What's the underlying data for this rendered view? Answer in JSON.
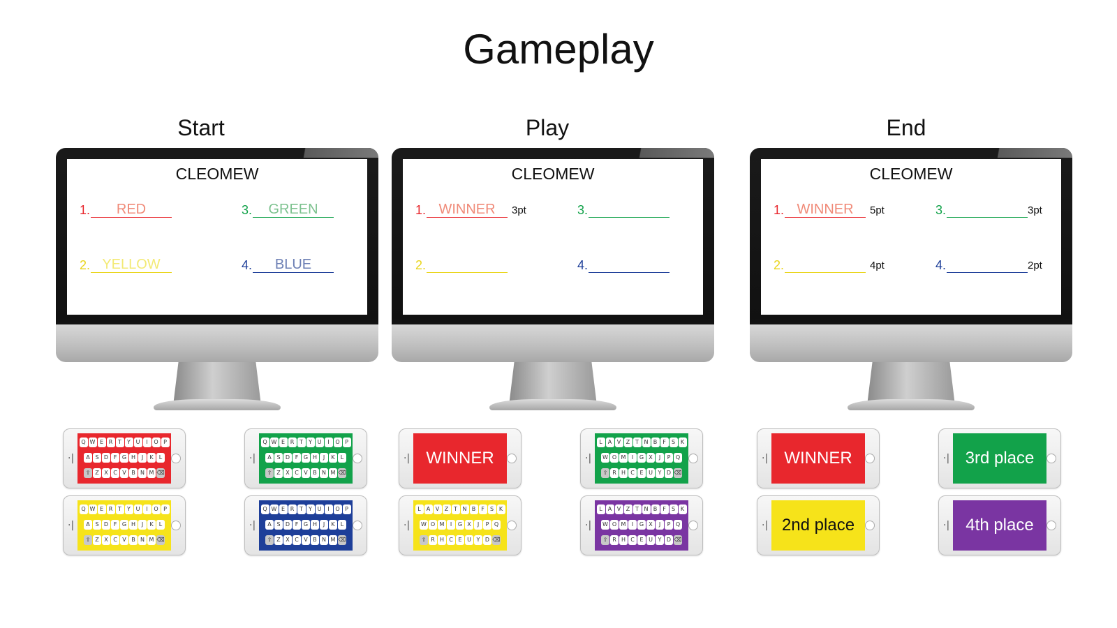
{
  "title": "Gameplay",
  "colors": {
    "red": "#e8272d",
    "green": "#12a24a",
    "yellow": "#f6e31a",
    "blue": "#1e3f99",
    "purple": "#7a35a2",
    "red_text": "#f08a78",
    "green_text": "#7dc28f",
    "yellow_text": "#f3ea75",
    "blue_text": "#6c7fb4"
  },
  "sections": [
    {
      "name": "Start",
      "screen": {
        "title": "CLEOMEW",
        "slots": [
          {
            "num": "1.",
            "name": "RED",
            "pts": "",
            "color": "red"
          },
          {
            "num": "3.",
            "name": "GREEN",
            "pts": "",
            "color": "green"
          },
          {
            "num": "2.",
            "name": "YELLOW",
            "pts": "",
            "color": "yellow"
          },
          {
            "num": "4.",
            "name": "BLUE",
            "pts": "",
            "color": "blue"
          }
        ]
      },
      "phones": [
        {
          "kind": "keyboard",
          "color": "red",
          "rows": [
            "QWERTYUIOP",
            "ASDFGHJKL",
            "ZXCVBNM"
          ]
        },
        {
          "kind": "keyboard",
          "color": "green",
          "rows": [
            "QWERTYUIOP",
            "ASDFGHJKL",
            "ZXCVBNM"
          ]
        },
        {
          "kind": "keyboard",
          "color": "yellow",
          "rows": [
            "QWERTYUIOP",
            "ASDFGHJKL",
            "ZXCVBNM"
          ]
        },
        {
          "kind": "keyboard",
          "color": "blue",
          "rows": [
            "QWERTYUIOP",
            "ASDFGHJKL",
            "ZXCVBNM"
          ]
        }
      ]
    },
    {
      "name": "Play",
      "screen": {
        "title": "CLEOMEW",
        "slots": [
          {
            "num": "1.",
            "name": "WINNER",
            "pts": "3pt",
            "color": "red"
          },
          {
            "num": "3.",
            "name": "",
            "pts": "",
            "color": "green"
          },
          {
            "num": "2.",
            "name": "",
            "pts": "",
            "color": "yellow"
          },
          {
            "num": "4.",
            "name": "",
            "pts": "",
            "color": "blue"
          }
        ]
      },
      "phones": [
        {
          "kind": "label",
          "color": "red",
          "text": "WINNER"
        },
        {
          "kind": "keyboard",
          "color": "green",
          "rows": [
            "LAVZTNBFSK",
            "WOMIGXJPQ",
            "RHCEUYD"
          ]
        },
        {
          "kind": "keyboard",
          "color": "yellow",
          "rows": [
            "LAVZTNBFSK",
            "WOMIGXJPQ",
            "RHCEUYD"
          ]
        },
        {
          "kind": "keyboard",
          "color": "purple",
          "rows": [
            "LAVZTNBFSK",
            "WOMIGXJPQ",
            "RHCEUYD"
          ]
        }
      ]
    },
    {
      "name": "End",
      "screen": {
        "title": "CLEOMEW",
        "slots": [
          {
            "num": "1.",
            "name": "WINNER",
            "pts": "5pt",
            "color": "red"
          },
          {
            "num": "3.",
            "name": "",
            "pts": "3pt",
            "color": "green"
          },
          {
            "num": "2.",
            "name": "",
            "pts": "4pt",
            "color": "yellow"
          },
          {
            "num": "4.",
            "name": "",
            "pts": "2pt",
            "color": "blue"
          }
        ]
      },
      "phones": [
        {
          "kind": "label",
          "color": "red",
          "text": "WINNER"
        },
        {
          "kind": "label",
          "color": "green",
          "text": "3rd place"
        },
        {
          "kind": "label",
          "color": "yellow",
          "text": "2nd place"
        },
        {
          "kind": "label",
          "color": "purple",
          "text": "4th place"
        }
      ]
    }
  ]
}
